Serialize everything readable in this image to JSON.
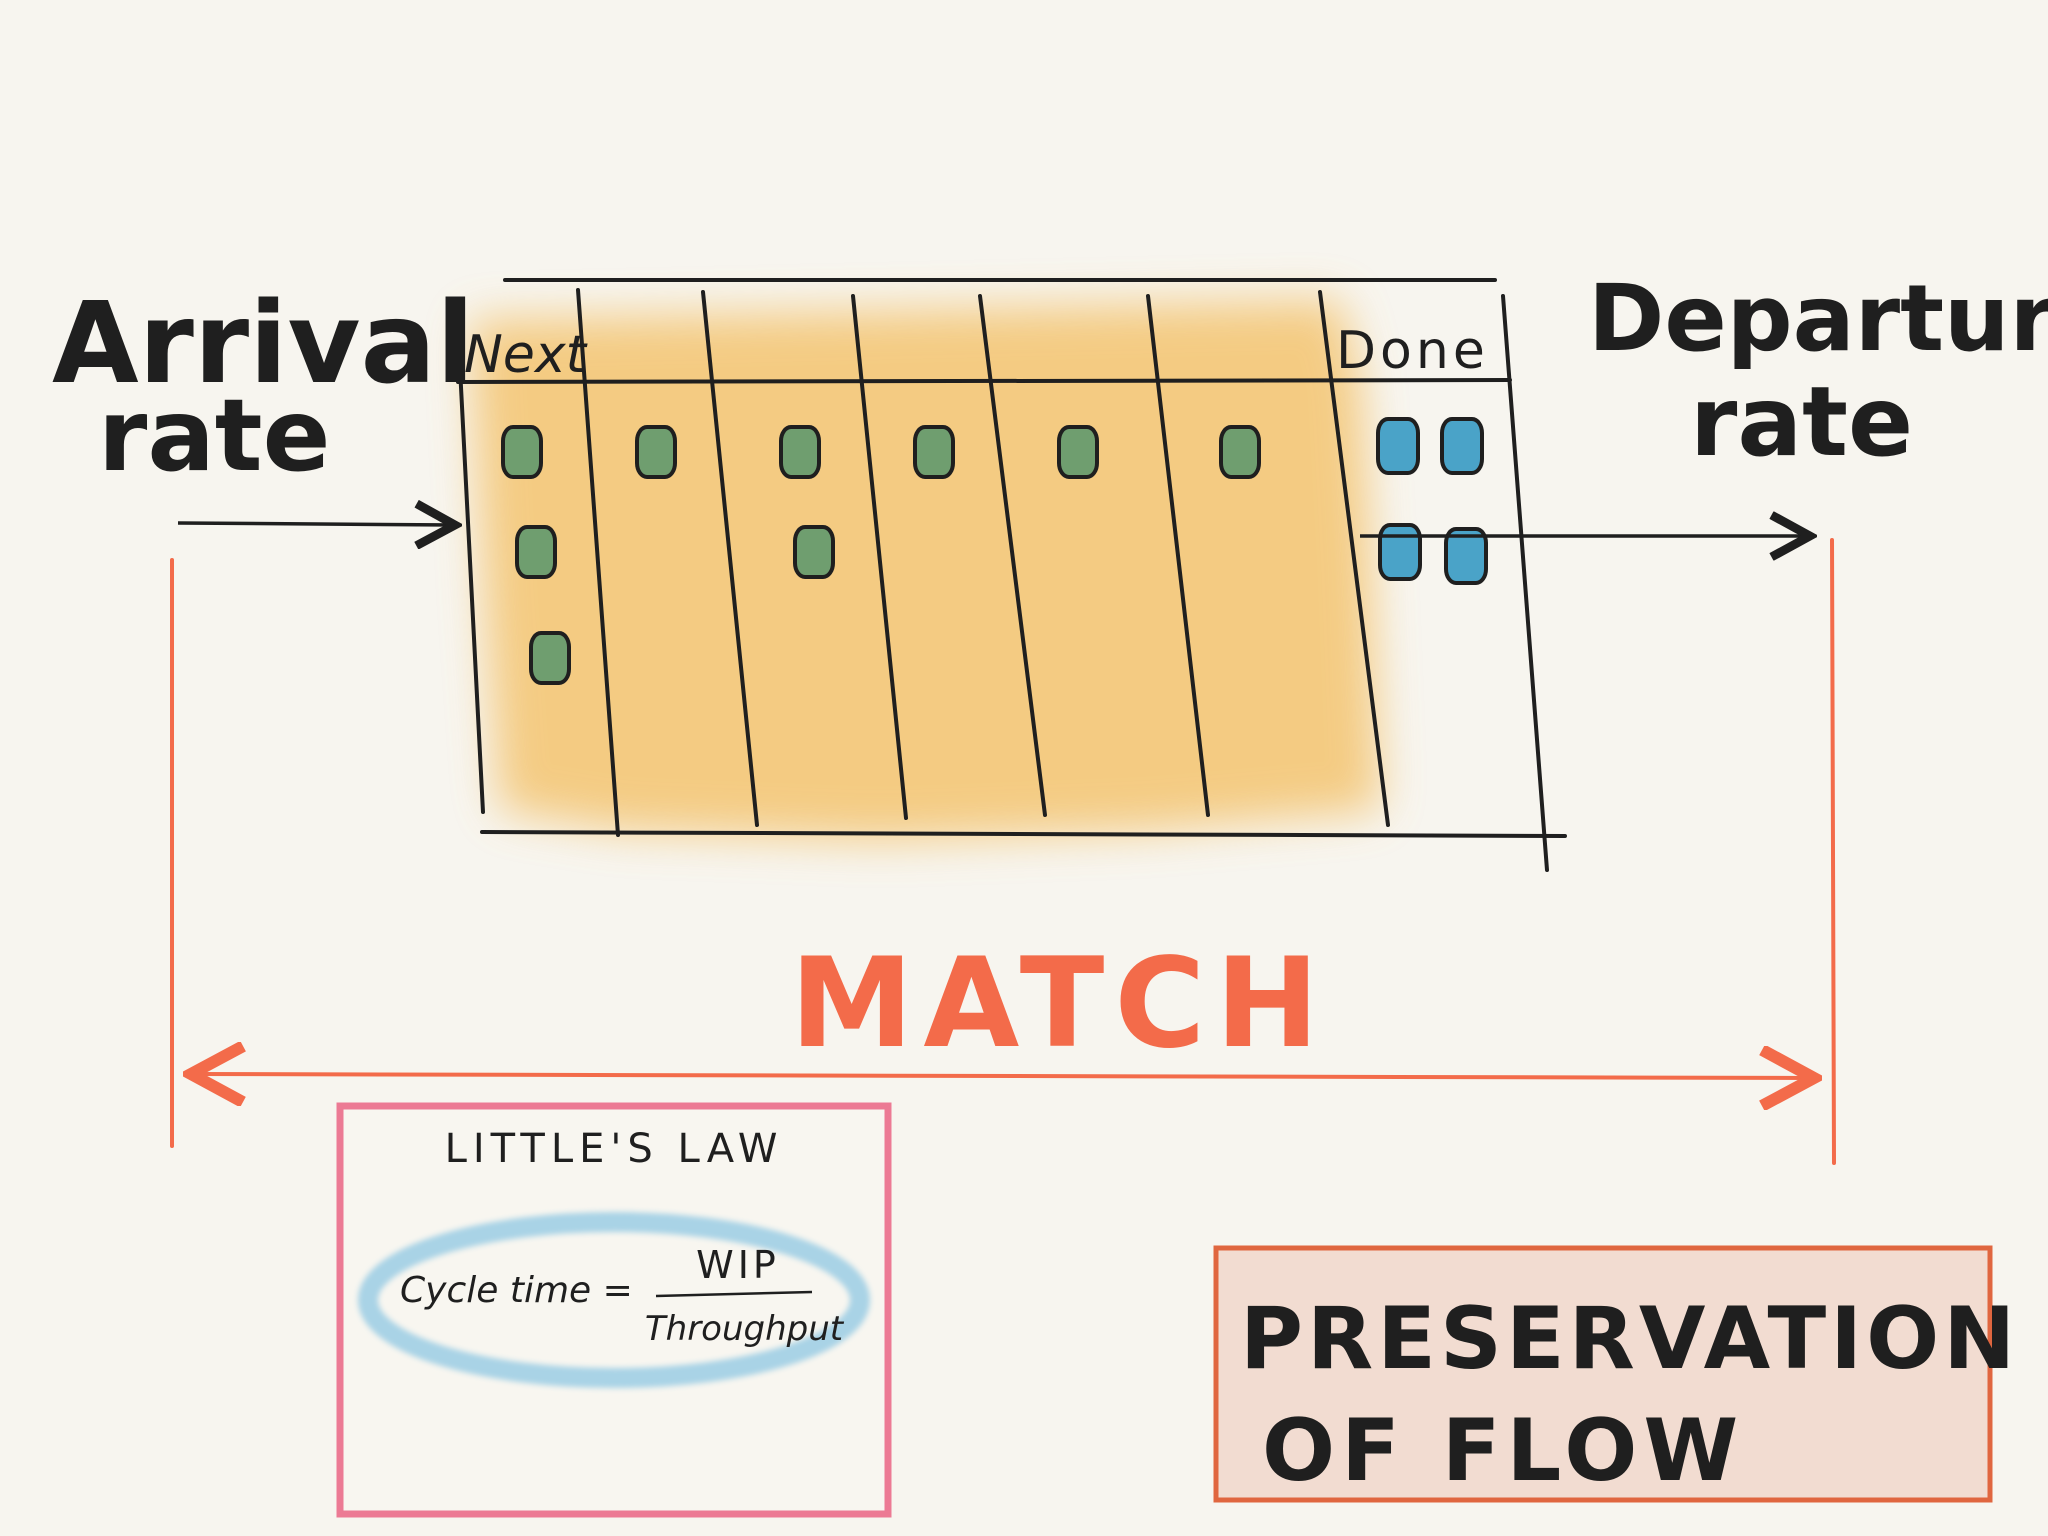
{
  "labels": {
    "arrival_line1": "Arrival",
    "arrival_line2": "rate",
    "departure_line1": "Departure",
    "departure_line2": "rate",
    "match": "MATCH",
    "littles_law_title": "LITTLE'S LAW",
    "formula_lhs": "Cycle time =",
    "formula_numerator": "WIP",
    "formula_denominator": "Throughput",
    "preservation_line1": "PRESERVATION",
    "preservation_line2": "OF FLOW"
  },
  "board": {
    "next_label": "Next",
    "done_label": "Done",
    "column_card_counts": [
      3,
      1,
      2,
      1,
      1,
      1
    ],
    "done_card_count": 4
  },
  "colors": {
    "ink": "#1f1f1f",
    "wip_highlight": "#f3b54a",
    "card_in_progress": "#6f9e6f",
    "card_done": "#4aa3c8",
    "match_orange": "#f36b4a",
    "littles_law_border": "#ec7a94",
    "formula_halo": "#a9d3e6",
    "preservation_border": "#e0663f",
    "preservation_fill": "#f2dcd1"
  }
}
